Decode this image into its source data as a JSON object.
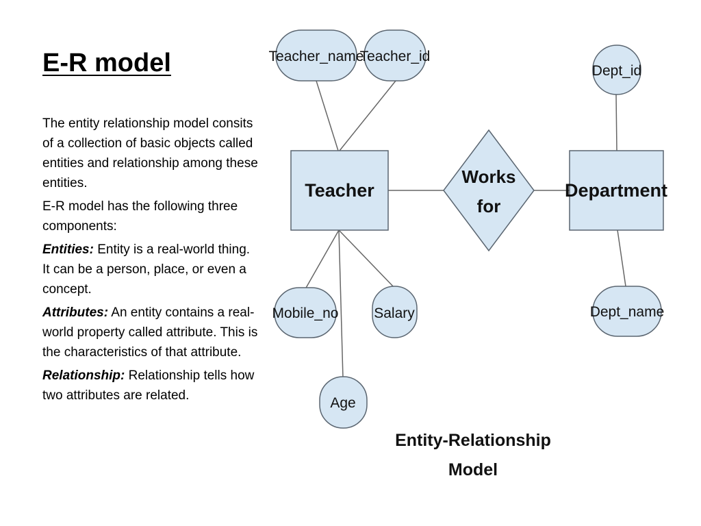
{
  "title": "E-R model",
  "paragraphs": {
    "p1": "The entity relationship model consits of a collection of basic objects called entities and relationship among these entities.",
    "p2": "E-R model has the following three components:",
    "p3_term": "Entities:",
    "p3_text": " Entity is a real-world thing. It can be a person, place, or even a concept.",
    "p4_term": "Attributes:",
    "p4_text": " An entity contains a real-world property called attribute. This is the characteristics of that attribute.",
    "p5_term": "Relationship:",
    "p5_text": " Relationship tells how two attributes are related."
  },
  "diagram": {
    "entities": {
      "teacher": "Teacher",
      "department": "Department"
    },
    "relationship": {
      "line1": "Works",
      "line2": "for"
    },
    "attributes": {
      "teacher_name": "Teacher_name",
      "teacher_id": "Teacher_id",
      "dept_id": "Dept_id",
      "mobile_no": "Mobile_no",
      "salary": "Salary",
      "age": "Age",
      "dept_name": "Dept_name"
    },
    "caption": {
      "line1": "Entity-Relationship",
      "line2": "Model"
    },
    "colors": {
      "fill": "#d6e6f3",
      "stroke": "#5a6570",
      "line": "#666666"
    }
  }
}
